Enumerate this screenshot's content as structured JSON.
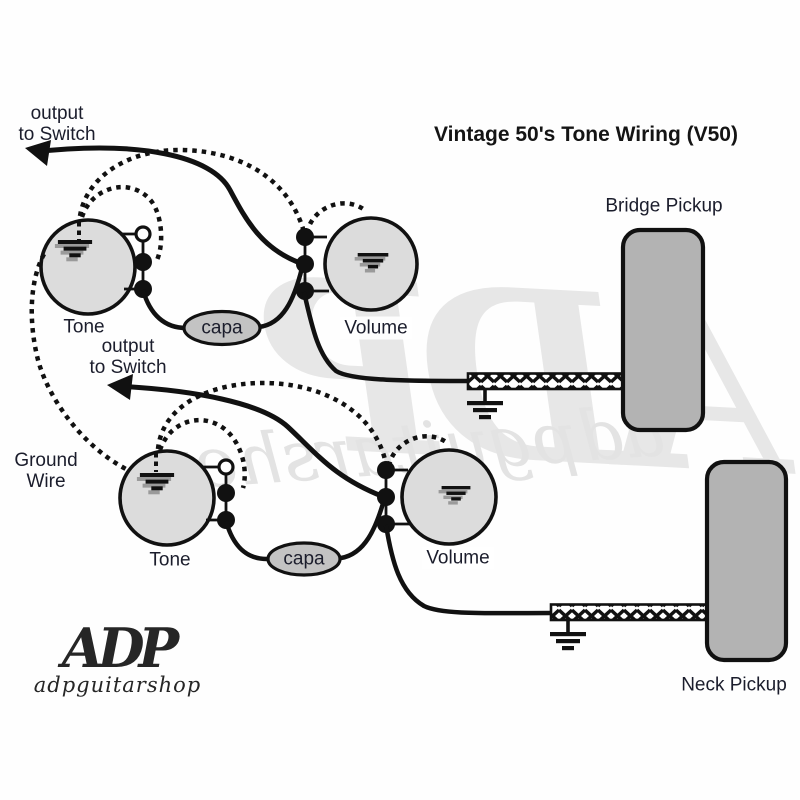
{
  "title": "Vintage 50's Tone Wiring (V50)",
  "diagram": {
    "top_circuit": {
      "output_line1": "output",
      "output_line2": "to Switch",
      "tone_label": "Tone",
      "cap_label": "capa",
      "volume_label": "Volume",
      "pickup_label": "Bridge Pickup"
    },
    "bottom_circuit": {
      "output_line1": "output",
      "output_line2": "to Switch",
      "tone_label": "Tone",
      "cap_label": "capa",
      "volume_label": "Volume",
      "pickup_label": "Neck Pickup"
    },
    "ground_label_line1": "Ground",
    "ground_label_line2": "Wire"
  },
  "logo": {
    "monogram": "ADP",
    "shop_name": "adpguitarshop"
  },
  "watermark": {
    "monogram": "ADP",
    "text": "adpguitarshop"
  },
  "colors": {
    "wire": "#111111",
    "pot_fill": "#dcdcdc",
    "pickup_fill": "#b3b3b3",
    "cap_fill": "#c3c3c3",
    "label_text": "#1b1d2c",
    "watermark": "#e4e4e4"
  }
}
